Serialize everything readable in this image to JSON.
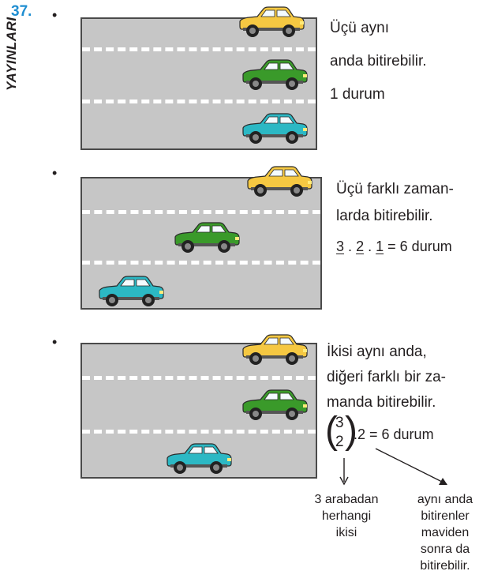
{
  "side_label": "YAYINLARI",
  "question_number": "37.",
  "bullet": "•",
  "colors": {
    "road": "#c6c6c6",
    "road_border": "#4a4a4a",
    "lane": "#ffffff",
    "yellow_car": "#f5c842",
    "green_car": "#3a9a2a",
    "blue_car": "#2cb8c4",
    "question_number": "#1f8ed1"
  },
  "case1": {
    "lines": [
      "Üçü aynı",
      "anda bitirebilir.",
      "1 durum"
    ]
  },
  "case2": {
    "lines": [
      "Üçü farklı zaman-",
      "larda bitirebilir."
    ],
    "formula": {
      "n1": "3",
      "sep1": ".",
      "n2": "2",
      "sep2": ".",
      "n3": "1",
      "rest": "= 6 durum"
    }
  },
  "case3": {
    "lines": [
      "İkisi aynı anda,",
      "diğeri farklı bir za-",
      "manda bitirebilir."
    ],
    "binom_top": "3",
    "binom_bottom": "2",
    "formula_rest": ".2 =  6 durum",
    "note_left": [
      "3 arabadan",
      "herhangi",
      "ikisi"
    ],
    "note_right": [
      "aynı anda",
      "bitirenler",
      "maviden",
      "sonra da",
      "bitirebilir."
    ]
  }
}
